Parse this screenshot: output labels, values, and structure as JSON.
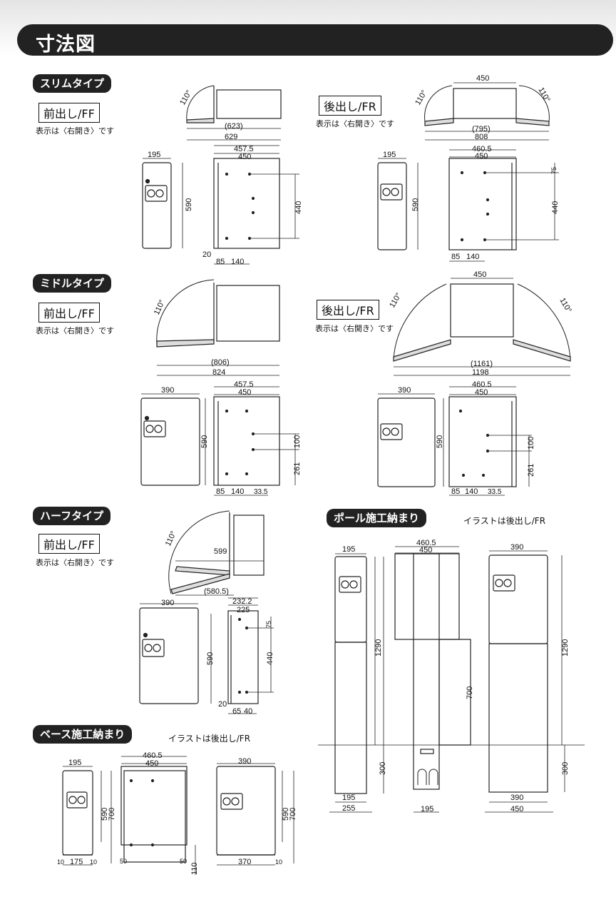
{
  "page_title": "寸法図",
  "sections": {
    "slim": {
      "heading": "スリムタイプ",
      "front": {
        "label": "前出し/FF",
        "note": "表示は〈右開き〉です"
      },
      "rear": {
        "label": "後出し/FR",
        "note": "表示は〈右開き〉です"
      },
      "ff_plan": {
        "angle": "110°",
        "inner": "(623)",
        "outer": "629"
      },
      "fr_plan": {
        "top": "450",
        "angle_left": "110°",
        "angle_right": "110°",
        "inner": "(795)",
        "outer": "808"
      },
      "ff_front": {
        "width": "195",
        "height": "590"
      },
      "ff_side": {
        "top1": "457.5",
        "top2": "450",
        "height": "440",
        "bottom_left": "20",
        "b1": "85",
        "b2": "140"
      },
      "fr_front": {
        "width": "195",
        "height": "590"
      },
      "fr_side": {
        "top1": "460.5",
        "top2": "450",
        "small": "75",
        "height": "440",
        "b1": "85",
        "b2": "140"
      }
    },
    "middle": {
      "heading": "ミドルタイプ",
      "front": {
        "label": "前出し/FF",
        "note": "表示は〈右開き〉です"
      },
      "rear": {
        "label": "後出し/FR",
        "note": "表示は〈右開き〉です"
      },
      "ff_plan": {
        "angle": "110°",
        "inner": "(806)",
        "outer": "824"
      },
      "fr_plan": {
        "top": "450",
        "angle_left": "110°",
        "angle_right": "110°",
        "inner": "(1161)",
        "outer": "1198"
      },
      "ff_front": {
        "width": "390",
        "height": "590"
      },
      "ff_side": {
        "top1": "457.5",
        "top2": "450",
        "d1": "100",
        "d2": "261",
        "b1": "85",
        "b2": "140",
        "b3": "33.5"
      },
      "fr_front": {
        "width": "390",
        "height": "590"
      },
      "fr_side": {
        "top1": "460.5",
        "top2": "450",
        "d1": "100",
        "d2": "261",
        "b1": "85",
        "b2": "140",
        "b3": "33.5"
      }
    },
    "half": {
      "heading": "ハーフタイプ",
      "front": {
        "label": "前出し/FF",
        "note": "表示は〈右開き〉です"
      },
      "plan": {
        "angle": "110°",
        "depth": "599",
        "inner": "(580.5)"
      },
      "front_view": {
        "width": "390",
        "height": "590"
      },
      "side": {
        "top1": "232.2",
        "top2": "225",
        "small": "75",
        "height": "440",
        "bottom_left": "20",
        "b1": "65",
        "b2": "40"
      }
    },
    "base": {
      "heading": "ベース施工納まり",
      "note": "イラストは後出し/FR",
      "left": {
        "top": "195",
        "h1": "590",
        "h2": "700",
        "bottom": "175",
        "edge_l": "10",
        "edge_r": "10"
      },
      "mid": {
        "top1": "460.5",
        "top2": "450",
        "edge_l": "50",
        "edge_r": "50",
        "h": "110"
      },
      "right": {
        "top": "390",
        "h1": "590",
        "h2": "700",
        "bottom": "370",
        "edge": "10"
      }
    },
    "pole": {
      "heading": "ポール施工納まり",
      "note": "イラストは後出し/FR",
      "left": {
        "top": "195",
        "height": "1290",
        "ground": "300",
        "b1": "195",
        "b2": "255"
      },
      "mid": {
        "top1": "460.5",
        "top2": "450",
        "height": "700",
        "bottom": "195"
      },
      "right": {
        "top": "390",
        "height": "1290",
        "ground": "300",
        "b1": "390",
        "b2": "450"
      }
    }
  }
}
